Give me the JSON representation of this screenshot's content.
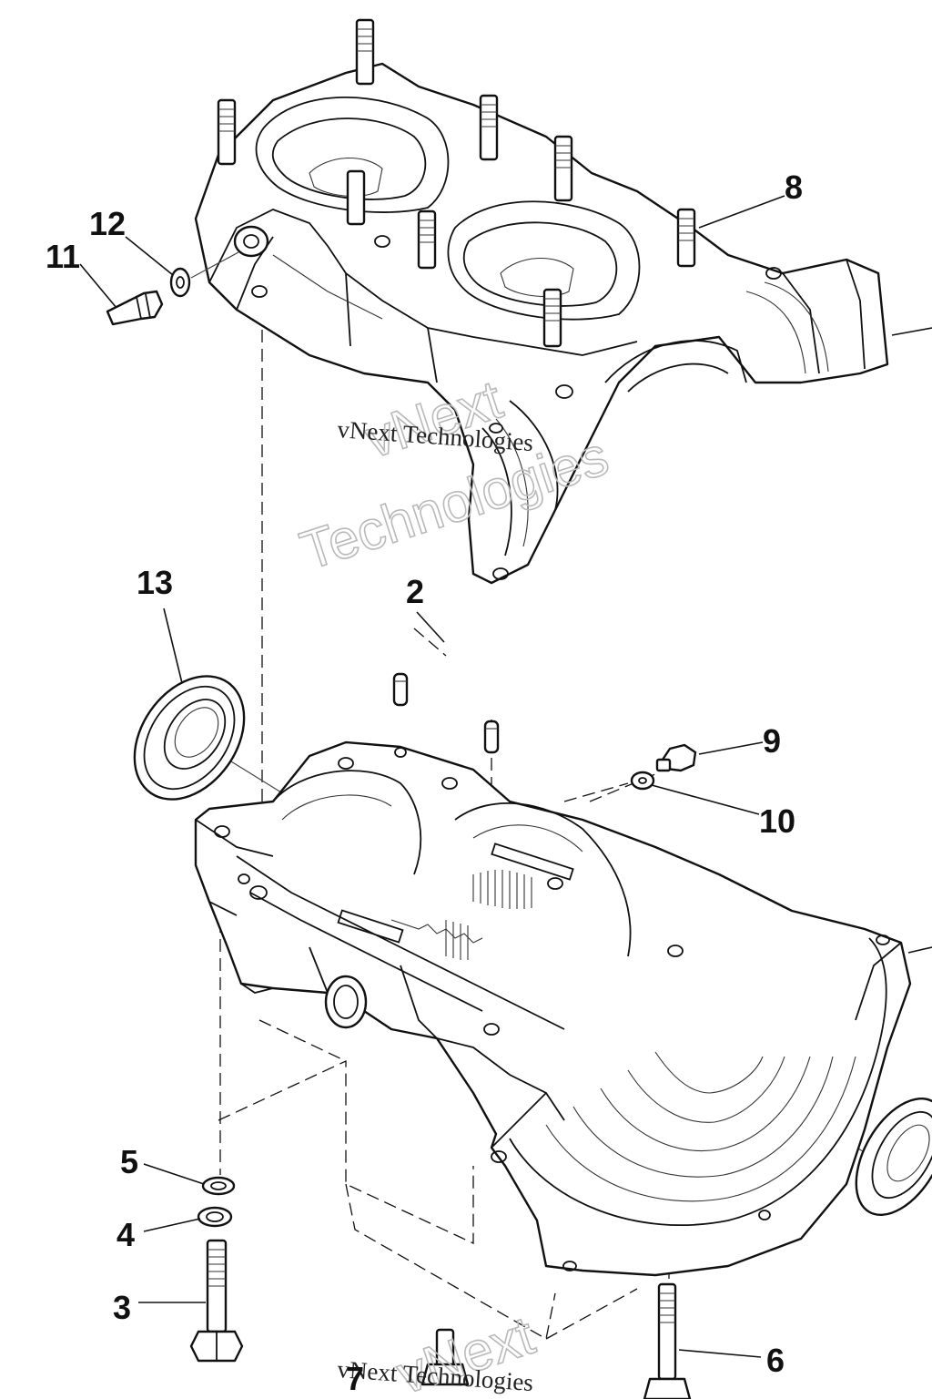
{
  "callouts": [
    {
      "id": "c8",
      "text": "8"
    },
    {
      "id": "c12",
      "text": "12"
    },
    {
      "id": "c11",
      "text": "11"
    },
    {
      "id": "c13",
      "text": "13"
    },
    {
      "id": "c2",
      "text": "2"
    },
    {
      "id": "c9",
      "text": "9"
    },
    {
      "id": "c10",
      "text": "10"
    },
    {
      "id": "c5",
      "text": "5"
    },
    {
      "id": "c4",
      "text": "4"
    },
    {
      "id": "c3",
      "text": "3"
    },
    {
      "id": "c6",
      "text": "6"
    },
    {
      "id": "c7",
      "text": "7"
    }
  ],
  "watermark": {
    "line1": "vNext Technologies",
    "line2": "Technologies",
    "line3": "vNext"
  }
}
